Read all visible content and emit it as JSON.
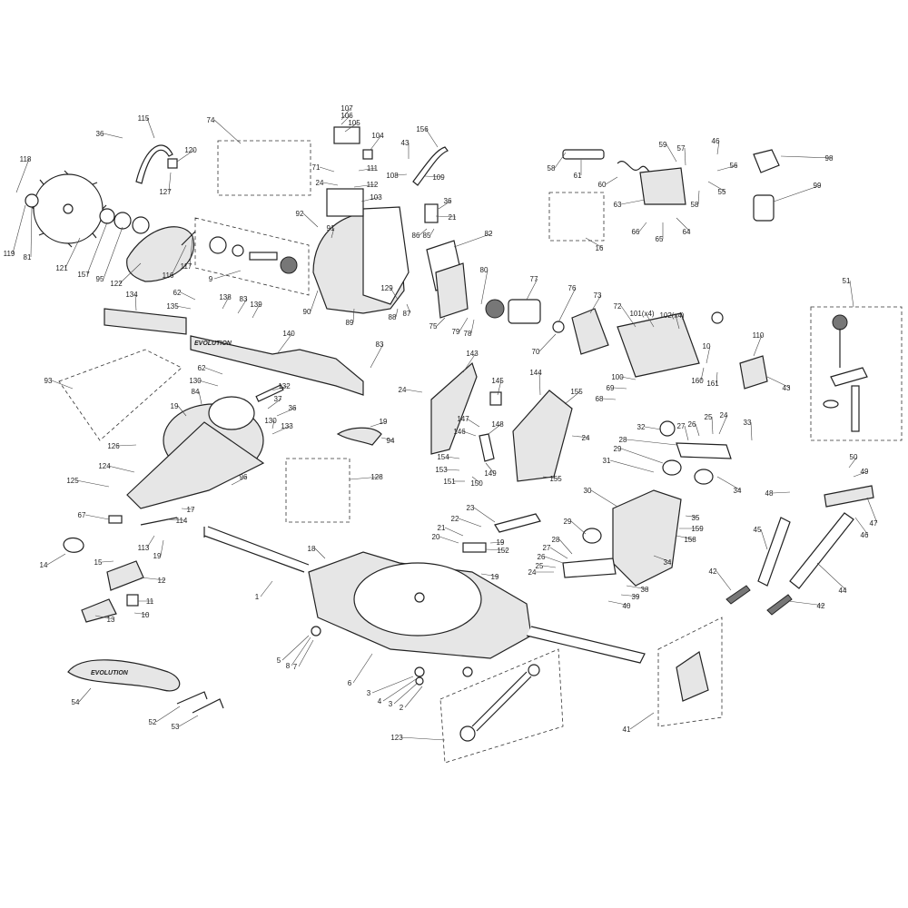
{
  "brand_text": "EVOLUTION",
  "parts": [
    {
      "id": "p1",
      "label": "1"
    },
    {
      "id": "p2",
      "label": "2"
    },
    {
      "id": "p3a",
      "label": "3"
    },
    {
      "id": "p3b",
      "label": "3"
    },
    {
      "id": "p4",
      "label": "4"
    },
    {
      "id": "p5",
      "label": "5"
    },
    {
      "id": "p6",
      "label": "6"
    },
    {
      "id": "p7",
      "label": "7"
    },
    {
      "id": "p8",
      "label": "8"
    },
    {
      "id": "p9",
      "label": "9"
    },
    {
      "id": "p10",
      "label": "10"
    },
    {
      "id": "p10b",
      "label": "10"
    },
    {
      "id": "p11",
      "label": "11"
    },
    {
      "id": "p12",
      "label": "12"
    },
    {
      "id": "p13",
      "label": "13"
    },
    {
      "id": "p14",
      "label": "14"
    },
    {
      "id": "p15",
      "label": "15"
    },
    {
      "id": "p16",
      "label": "16"
    },
    {
      "id": "p17",
      "label": "17"
    },
    {
      "id": "p18",
      "label": "18"
    },
    {
      "id": "p19a",
      "label": "19"
    },
    {
      "id": "p19b",
      "label": "19"
    },
    {
      "id": "p19c",
      "label": "19"
    },
    {
      "id": "p19d",
      "label": "19"
    },
    {
      "id": "p19e",
      "label": "19"
    },
    {
      "id": "p20",
      "label": "20"
    },
    {
      "id": "p21a",
      "label": "21"
    },
    {
      "id": "p21b",
      "label": "21"
    },
    {
      "id": "p22",
      "label": "22"
    },
    {
      "id": "p23",
      "label": "23"
    },
    {
      "id": "p24a",
      "label": "24"
    },
    {
      "id": "p24b",
      "label": "24"
    },
    {
      "id": "p24c",
      "label": "24"
    },
    {
      "id": "p24d",
      "label": "24"
    },
    {
      "id": "p24e",
      "label": "24"
    },
    {
      "id": "p25a",
      "label": "25"
    },
    {
      "id": "p25b",
      "label": "25"
    },
    {
      "id": "p26a",
      "label": "26"
    },
    {
      "id": "p26b",
      "label": "26"
    },
    {
      "id": "p27a",
      "label": "27"
    },
    {
      "id": "p27b",
      "label": "27"
    },
    {
      "id": "p28a",
      "label": "28"
    },
    {
      "id": "p28b",
      "label": "28"
    },
    {
      "id": "p29a",
      "label": "29"
    },
    {
      "id": "p29b",
      "label": "29"
    },
    {
      "id": "p30",
      "label": "30"
    },
    {
      "id": "p31",
      "label": "31"
    },
    {
      "id": "p32",
      "label": "32"
    },
    {
      "id": "p33",
      "label": "33"
    },
    {
      "id": "p34a",
      "label": "34"
    },
    {
      "id": "p34b",
      "label": "34"
    },
    {
      "id": "p35",
      "label": "35"
    },
    {
      "id": "p36a",
      "label": "36"
    },
    {
      "id": "p36b",
      "label": "36"
    },
    {
      "id": "p36c",
      "label": "36"
    },
    {
      "id": "p37",
      "label": "37"
    },
    {
      "id": "p38",
      "label": "38"
    },
    {
      "id": "p39",
      "label": "39"
    },
    {
      "id": "p40",
      "label": "40"
    },
    {
      "id": "p41",
      "label": "41"
    },
    {
      "id": "p42a",
      "label": "42"
    },
    {
      "id": "p42b",
      "label": "42"
    },
    {
      "id": "p43a",
      "label": "43"
    },
    {
      "id": "p43b",
      "label": "43"
    },
    {
      "id": "p44",
      "label": "44"
    },
    {
      "id": "p45",
      "label": "45"
    },
    {
      "id": "p46a",
      "label": "46"
    },
    {
      "id": "p46b",
      "label": "46"
    },
    {
      "id": "p47",
      "label": "47"
    },
    {
      "id": "p48",
      "label": "48"
    },
    {
      "id": "p49",
      "label": "49"
    },
    {
      "id": "p50",
      "label": "50"
    },
    {
      "id": "p51",
      "label": "51"
    },
    {
      "id": "p52",
      "label": "52"
    },
    {
      "id": "p53",
      "label": "53"
    },
    {
      "id": "p54",
      "label": "54"
    },
    {
      "id": "p55",
      "label": "55"
    },
    {
      "id": "p56",
      "label": "56"
    },
    {
      "id": "p57",
      "label": "57"
    },
    {
      "id": "p58a",
      "label": "58"
    },
    {
      "id": "p58b",
      "label": "58"
    },
    {
      "id": "p59",
      "label": "59"
    },
    {
      "id": "p60",
      "label": "60"
    },
    {
      "id": "p61",
      "label": "61"
    },
    {
      "id": "p62a",
      "label": "62"
    },
    {
      "id": "p62b",
      "label": "62"
    },
    {
      "id": "p63",
      "label": "63"
    },
    {
      "id": "p64",
      "label": "64"
    },
    {
      "id": "p65",
      "label": "65"
    },
    {
      "id": "p66",
      "label": "66"
    },
    {
      "id": "p67",
      "label": "67"
    },
    {
      "id": "p68",
      "label": "68"
    },
    {
      "id": "p69",
      "label": "69"
    },
    {
      "id": "p70",
      "label": "70"
    },
    {
      "id": "p71",
      "label": "71"
    },
    {
      "id": "p72",
      "label": "72"
    },
    {
      "id": "p73",
      "label": "73"
    },
    {
      "id": "p74",
      "label": "74"
    },
    {
      "id": "p75",
      "label": "75"
    },
    {
      "id": "p76",
      "label": "76"
    },
    {
      "id": "p77",
      "label": "77"
    },
    {
      "id": "p78",
      "label": "78"
    },
    {
      "id": "p79",
      "label": "79"
    },
    {
      "id": "p80",
      "label": "80"
    },
    {
      "id": "p81",
      "label": "81"
    },
    {
      "id": "p82",
      "label": "82"
    },
    {
      "id": "p83a",
      "label": "83"
    },
    {
      "id": "p83b",
      "label": "83"
    },
    {
      "id": "p84",
      "label": "84"
    },
    {
      "id": "p85",
      "label": "85"
    },
    {
      "id": "p86",
      "label": "86"
    },
    {
      "id": "p87",
      "label": "87"
    },
    {
      "id": "p88",
      "label": "88"
    },
    {
      "id": "p89",
      "label": "89"
    },
    {
      "id": "p90",
      "label": "90"
    },
    {
      "id": "p91",
      "label": "91"
    },
    {
      "id": "p92",
      "label": "92"
    },
    {
      "id": "p93",
      "label": "93"
    },
    {
      "id": "p94",
      "label": "94"
    },
    {
      "id": "p95",
      "label": "95"
    },
    {
      "id": "p96",
      "label": "96"
    },
    {
      "id": "p98",
      "label": "98"
    },
    {
      "id": "p99",
      "label": "99"
    },
    {
      "id": "p100",
      "label": "100"
    },
    {
      "id": "p101",
      "label": "101(x4)"
    },
    {
      "id": "p102",
      "label": "102(x4)"
    },
    {
      "id": "p103",
      "label": "103"
    },
    {
      "id": "p104",
      "label": "104"
    },
    {
      "id": "p105",
      "label": "105"
    },
    {
      "id": "p106",
      "label": "106"
    },
    {
      "id": "p107",
      "label": "107"
    },
    {
      "id": "p108",
      "label": "108"
    },
    {
      "id": "p109",
      "label": "109"
    },
    {
      "id": "p110",
      "label": "110"
    },
    {
      "id": "p111",
      "label": "111"
    },
    {
      "id": "p112",
      "label": "112"
    },
    {
      "id": "p113",
      "label": "113"
    },
    {
      "id": "p114",
      "label": "114"
    },
    {
      "id": "p115",
      "label": "115"
    },
    {
      "id": "p116",
      "label": "116"
    },
    {
      "id": "p117",
      "label": "117"
    },
    {
      "id": "p118",
      "label": "118"
    },
    {
      "id": "p119",
      "label": "119"
    },
    {
      "id": "p120",
      "label": "120"
    },
    {
      "id": "p121",
      "label": "121"
    },
    {
      "id": "p122",
      "label": "122"
    },
    {
      "id": "p123",
      "label": "123"
    },
    {
      "id": "p124",
      "label": "124"
    },
    {
      "id": "p125",
      "label": "125"
    },
    {
      "id": "p126",
      "label": "126"
    },
    {
      "id": "p127",
      "label": "127"
    },
    {
      "id": "p128",
      "label": "128"
    },
    {
      "id": "p129",
      "label": "129"
    },
    {
      "id": "p130a",
      "label": "130"
    },
    {
      "id": "p130b",
      "label": "130"
    },
    {
      "id": "p132",
      "label": "132"
    },
    {
      "id": "p133",
      "label": "133"
    },
    {
      "id": "p134",
      "label": "134"
    },
    {
      "id": "p135",
      "label": "135"
    },
    {
      "id": "p138",
      "label": "138"
    },
    {
      "id": "p139",
      "label": "139"
    },
    {
      "id": "p140",
      "label": "140"
    },
    {
      "id": "p143",
      "label": "143"
    },
    {
      "id": "p144",
      "label": "144"
    },
    {
      "id": "p145",
      "label": "145"
    },
    {
      "id": "p146",
      "label": "146"
    },
    {
      "id": "p147",
      "label": "147"
    },
    {
      "id": "p148",
      "label": "148"
    },
    {
      "id": "p149",
      "label": "149"
    },
    {
      "id": "p150",
      "label": "150"
    },
    {
      "id": "p151",
      "label": "151"
    },
    {
      "id": "p152",
      "label": "152"
    },
    {
      "id": "p153",
      "label": "153"
    },
    {
      "id": "p154",
      "label": "154"
    },
    {
      "id": "p155a",
      "label": "155"
    },
    {
      "id": "p155b",
      "label": "155"
    },
    {
      "id": "p156",
      "label": "156"
    },
    {
      "id": "p157",
      "label": "157"
    },
    {
      "id": "p158",
      "label": "158"
    },
    {
      "id": "p159",
      "label": "159"
    },
    {
      "id": "p160",
      "label": "160"
    },
    {
      "id": "p161",
      "label": "161"
    }
  ]
}
